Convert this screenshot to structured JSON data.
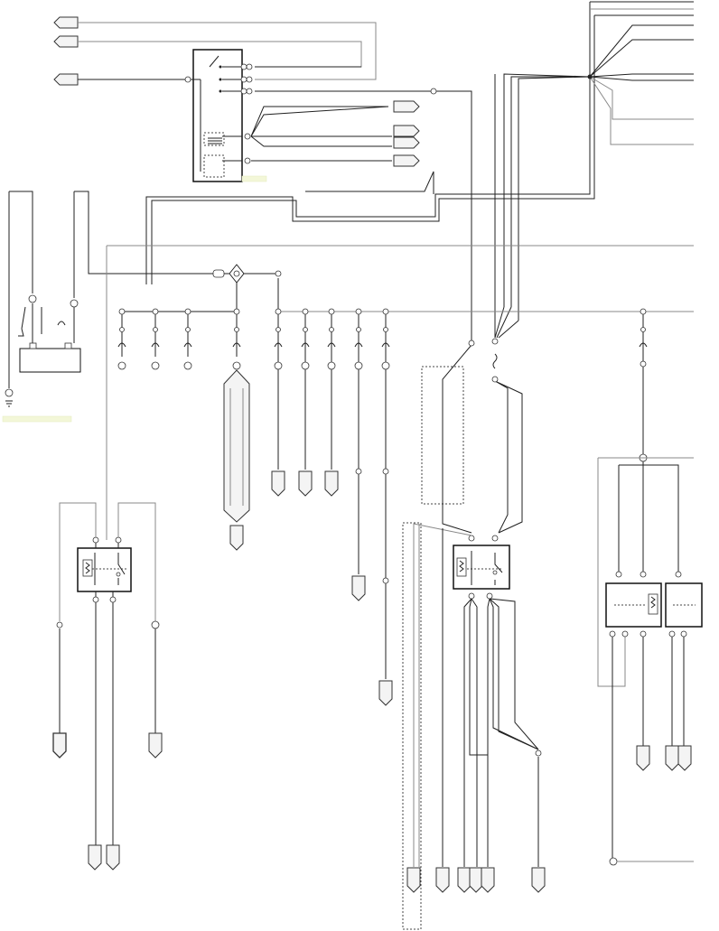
{
  "diagram": {
    "type": "wiring-schematic",
    "colors": {
      "wire": "#222222",
      "wire_light": "#888888",
      "connector_fill": "#f4f4f4",
      "highlight": "#f3f7d8"
    },
    "components": {
      "top_switch_module": "relay-switch-box",
      "relay_left": "relay",
      "relay_center": "relay",
      "relay_right_pair": "relay",
      "battery": "battery",
      "fuse_block": "fuse-row",
      "junction": "splice"
    }
  }
}
